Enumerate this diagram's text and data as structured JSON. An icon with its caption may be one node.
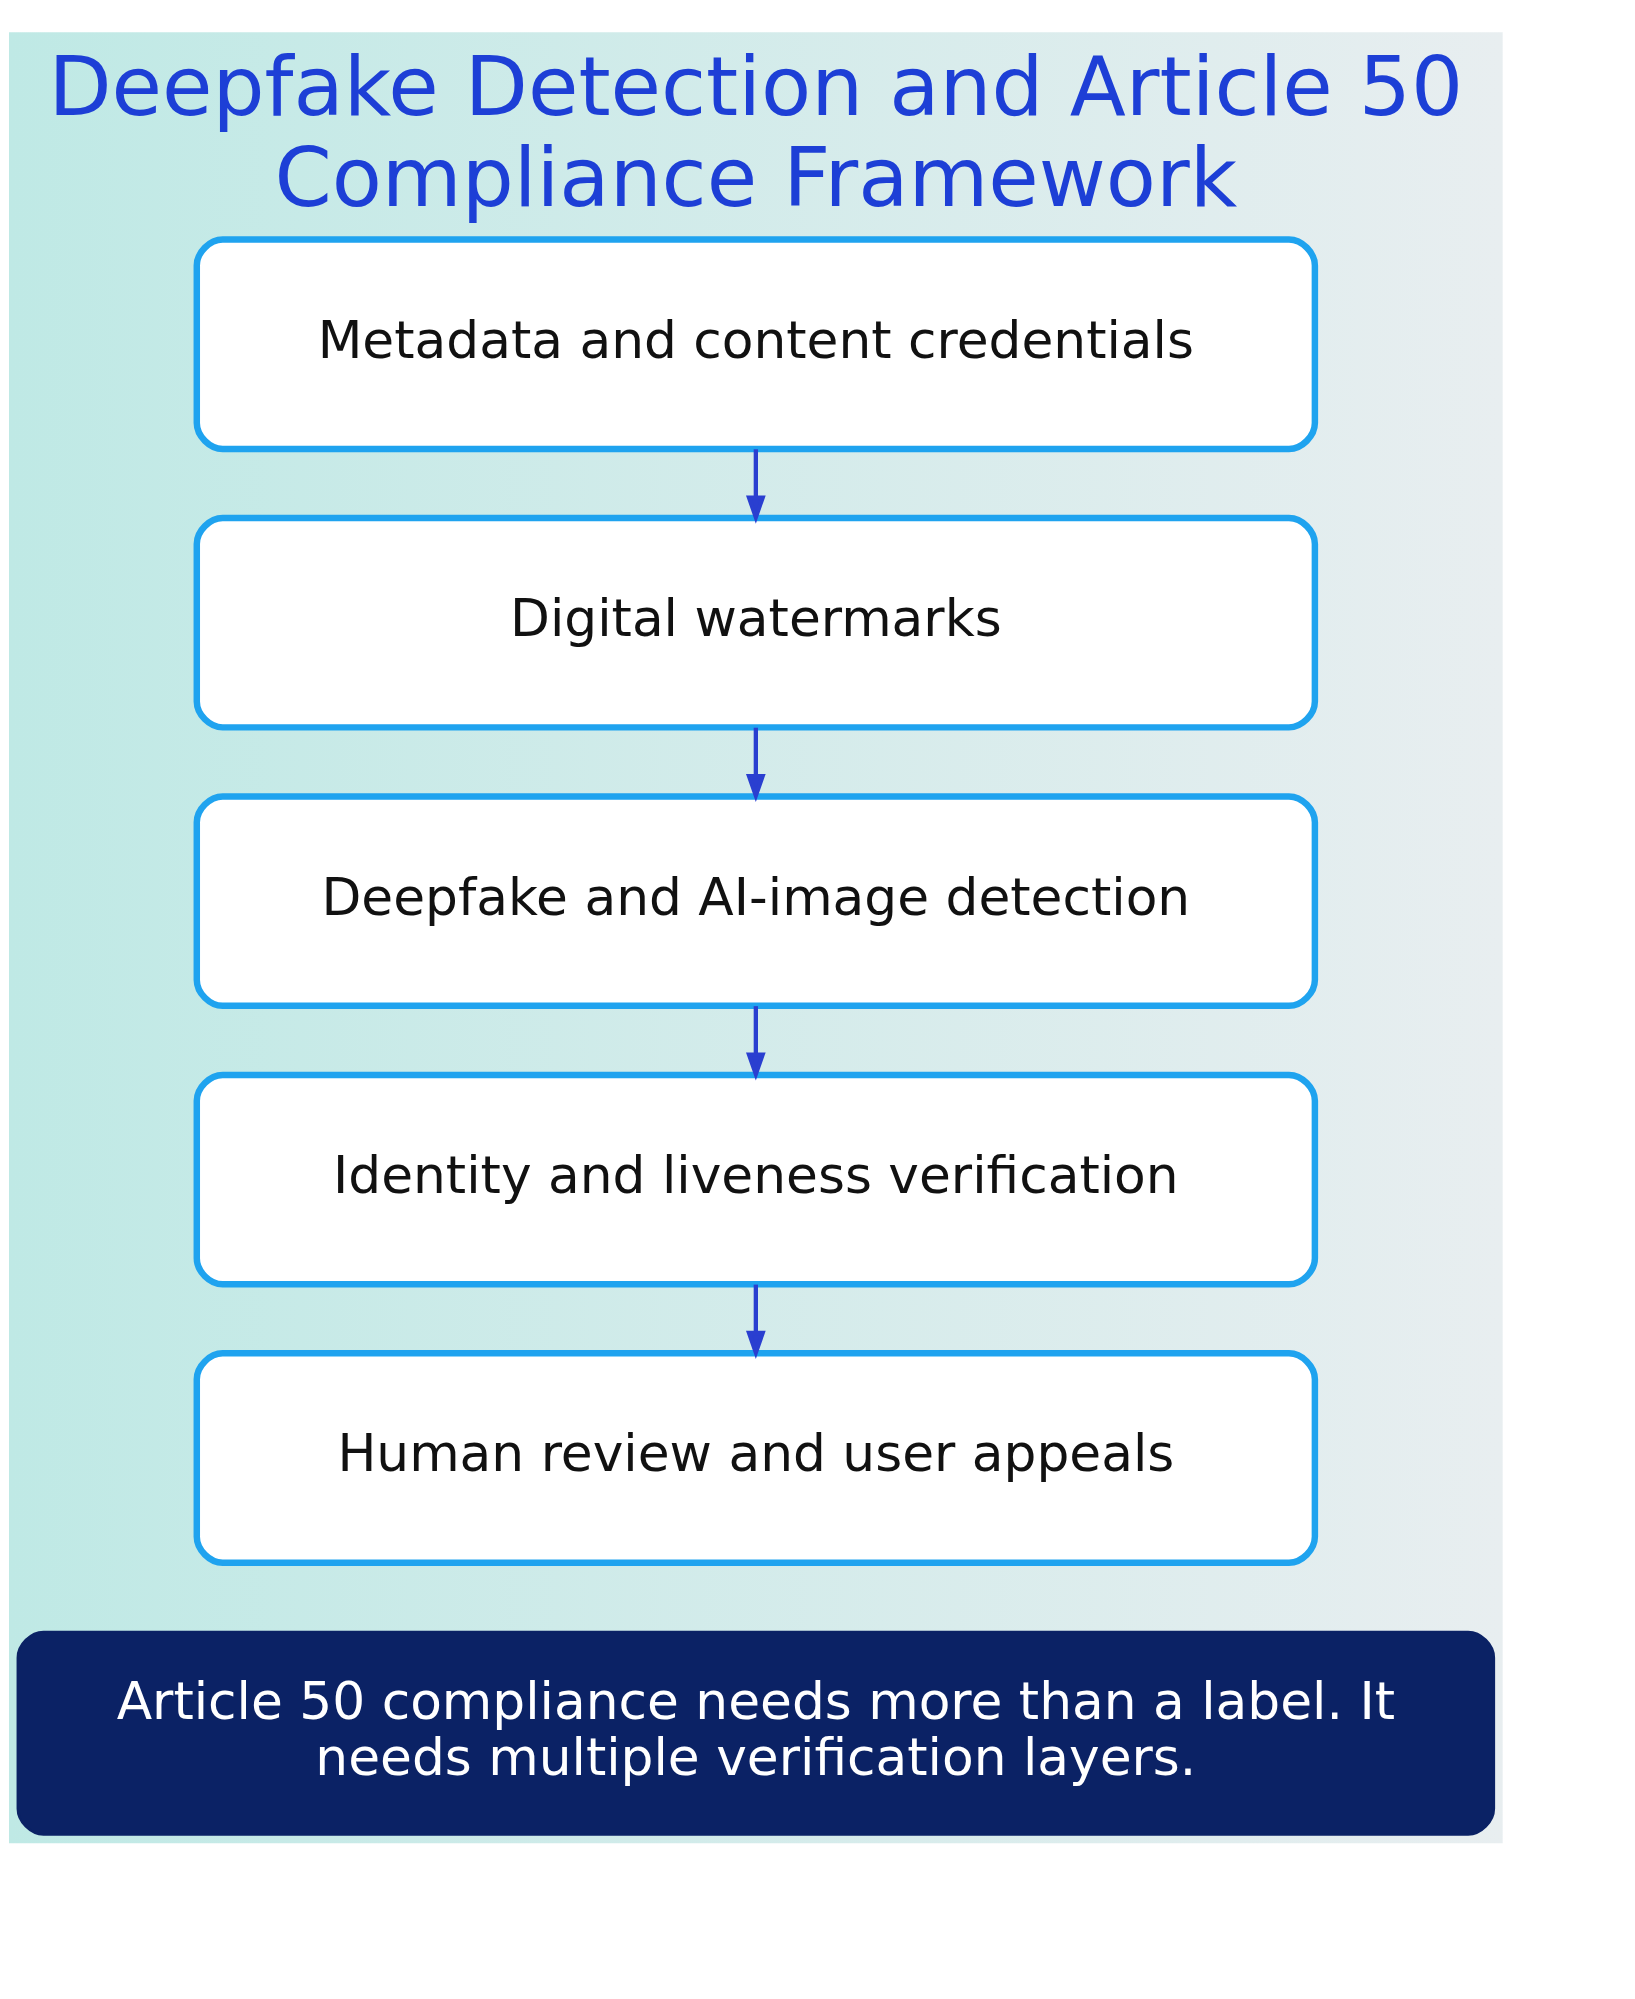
{
  "diagram": {
    "title": "Deepfake Detection and Article 50 Compliance Framework",
    "nodes": [
      {
        "text": [
          "Metadata and content credentials"
        ]
      },
      {
        "text": [
          "Digital watermarks"
        ]
      },
      {
        "text": [
          "Deepfake and AI-image detection"
        ]
      },
      {
        "text": [
          "Identity and liveness verification"
        ]
      },
      {
        "text": [
          "Human review and user appeals"
        ]
      },
      {
        "text": [
          "Article 50 compliance needs more than a label. It needs multiple verification layers."
        ]
      }
    ],
    "edges": [
      {
        "from": 0,
        "to": 1,
        "arrow": "to"
      },
      {
        "from": 1,
        "to": 2,
        "arrow": "to"
      },
      {
        "from": 2,
        "to": 3,
        "arrow": "to"
      },
      {
        "from": 3,
        "to": 4,
        "arrow": "to"
      }
    ]
  }
}
